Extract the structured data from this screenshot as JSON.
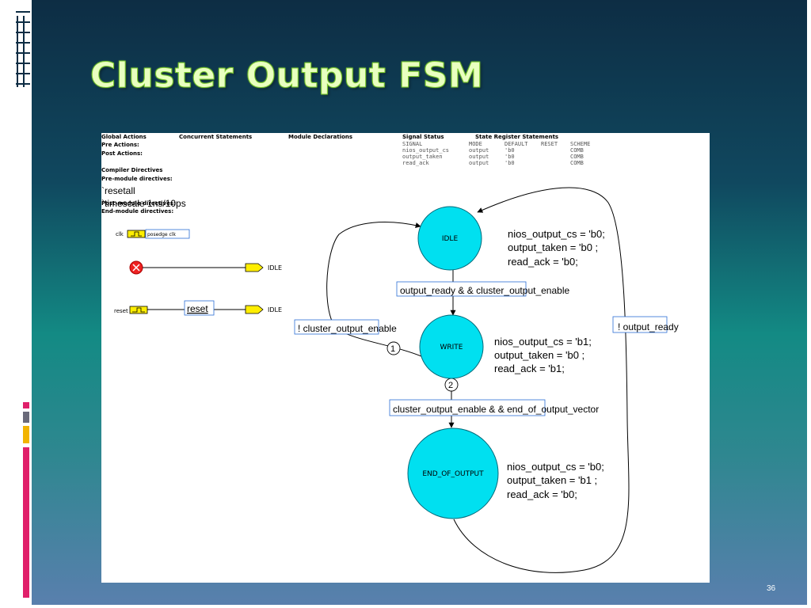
{
  "slide": {
    "title": "Cluster Output FSM",
    "page_number": "36",
    "accent_colors": {
      "pink": "#e0206a",
      "gold": "#f2b400",
      "gray": "#6a6a7a"
    }
  },
  "diagram": {
    "header": {
      "global_actions": "Global Actions",
      "pre_actions": "Pre Actions:",
      "post_actions": "Post Actions:",
      "concurrent_statements": "Concurrent Statements",
      "module_declarations": "Module Declarations",
      "compiler_directives": "Compiler Directives",
      "pre_module_directives": "Pre-module directives:",
      "resetall": "`resetall",
      "timescale": "`timescale 1ns/10ps",
      "post_module_directives": "Post-module directives:",
      "end_module_directives": "End-module directives:"
    },
    "signal_status": {
      "heading": "Signal Status",
      "columns": [
        "SIGNAL",
        "MODE",
        "DEFAULT",
        "RESET",
        "SCHEME"
      ],
      "rows": [
        [
          "nios_output_cs",
          "output",
          "'b0",
          "",
          "COMB"
        ],
        [
          "output_taken",
          "output",
          "'b0",
          "",
          "COMB"
        ],
        [
          "read_ack",
          "output",
          "'b0",
          "",
          "COMB"
        ]
      ]
    },
    "state_register_heading": "State Register Statements",
    "clock": {
      "label": "clk",
      "symbol": "posedge clk"
    },
    "init_target": "IDLE",
    "reset": {
      "label": "reset",
      "box": "reset",
      "target": "IDLE"
    },
    "states": [
      {
        "name": "IDLE",
        "actions": [
          "nios_output_cs = 'b0;",
          "output_taken = 'b0 ;",
          "read_ack = 'b0;"
        ]
      },
      {
        "name": "WRITE",
        "actions": [
          "nios_output_cs = 'b1;",
          "output_taken = 'b0 ;",
          "read_ack = 'b1;"
        ]
      },
      {
        "name": "END_OF_OUTPUT",
        "actions": [
          "nios_output_cs = 'b0;",
          "output_taken = 'b1 ;",
          "read_ack = 'b0;"
        ]
      }
    ],
    "transitions": {
      "idle_to_write": "output_ready  & & cluster_output_enable",
      "write_to_idle": "! cluster_output_enable",
      "write_to_end": "cluster_output_enable & & end_of_output_vector",
      "end_to_idle": "! output_ready",
      "priority_1": "1",
      "priority_2": "2"
    },
    "state_color": "#00e0f0"
  }
}
